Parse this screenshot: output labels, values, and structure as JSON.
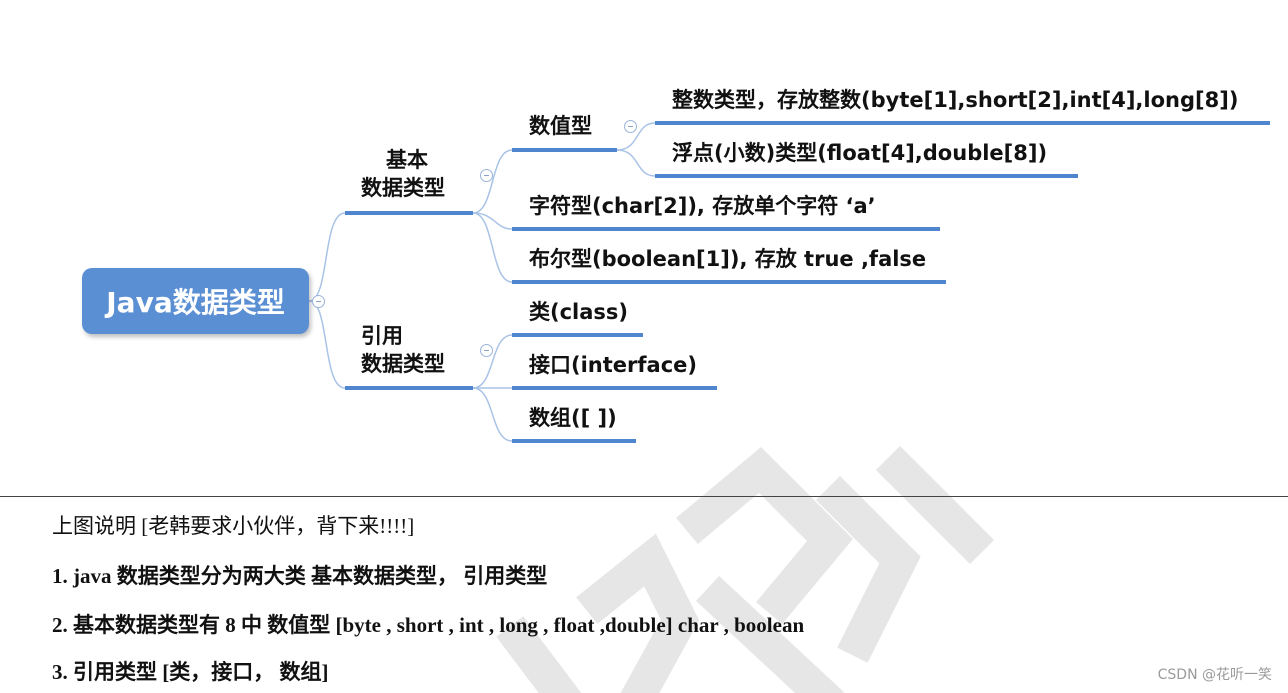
{
  "mindmap": {
    "root": "Java数据类型",
    "branches": {
      "primitive": {
        "label_line1": "基本",
        "label_line2": "数据类型",
        "numeric": {
          "label": "数值型",
          "integer": "整数类型，存放整数(byte[1],short[2],int[4],long[8])",
          "float": "浮点(小数)类型(float[4],double[8])"
        },
        "char": "字符型(char[2]), 存放单个字符 ‘a’",
        "boolean": "布尔型(boolean[1]), 存放 true ,false"
      },
      "reference": {
        "label_line1": "引用",
        "label_line2": "数据类型",
        "class": "类(class)",
        "interface": "接口(interface)",
        "array": "数组([ ])"
      }
    }
  },
  "notes": {
    "heading": "上图说明  [老韩要求小伙伴，背下来!!!!]",
    "line1": "1. java  数据类型分为两大类  基本数据类型，  引用类型",
    "line2": "2.  基本数据类型有 8 中   数值型  [byte , short , int , long , float ,double] char , boolean",
    "line3": "3.  引用类型  [类，接口，  数组]"
  },
  "credit": "CSDN @花听一笑",
  "colors": {
    "accent": "#5b8fd4",
    "line": "#4f86cf",
    "connector": "#a9c3e6"
  }
}
